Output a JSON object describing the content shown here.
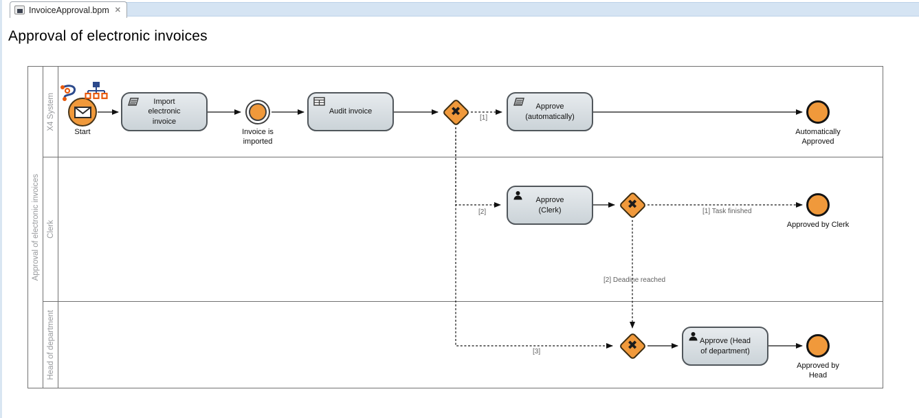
{
  "window": {
    "tab": {
      "title": "InvoiceApproval.bpm",
      "close_glyph": "✕"
    }
  },
  "page": {
    "title": "Approval of electronic invoices"
  },
  "pool": {
    "label": "Approval of electronic invoices",
    "lanes": [
      {
        "label": "X4 System"
      },
      {
        "label": "Clerk"
      },
      {
        "label": "Head of department"
      }
    ]
  },
  "nodes": {
    "start": {
      "label": "Start"
    },
    "import_task": {
      "label": "Import electronic invoice"
    },
    "invoice_imported": {
      "label": "Invoice is imported"
    },
    "audit_task": {
      "label": "Audit invoice"
    },
    "approve_auto_task": {
      "label": "Approve (automatically)"
    },
    "end_auto": {
      "label": "Automatically Approved"
    },
    "approve_clerk_task": {
      "label": "Approve (Clerk)"
    },
    "end_clerk": {
      "label": "Approved by Clerk"
    },
    "approve_head_task": {
      "label": "Approve (Head of department)"
    },
    "end_head": {
      "label": "Approved by Head"
    }
  },
  "flows": {
    "to_auto": {
      "label": "[1]"
    },
    "to_clerk": {
      "label": "[2]"
    },
    "to_head": {
      "label": "[3]"
    },
    "task_finished": {
      "label": "[1] Task finished"
    },
    "deadline_reached": {
      "label": "[2] Deadine reached"
    }
  },
  "icons": {
    "xor_glyph": "✖"
  },
  "colors": {
    "node_orange": "#F0993B",
    "task_fill_top": "#e7ebee",
    "task_fill_bottom": "#cbd3d8",
    "tabstrip_blue": "#d5e4f3",
    "lane_text": "#97999c"
  }
}
